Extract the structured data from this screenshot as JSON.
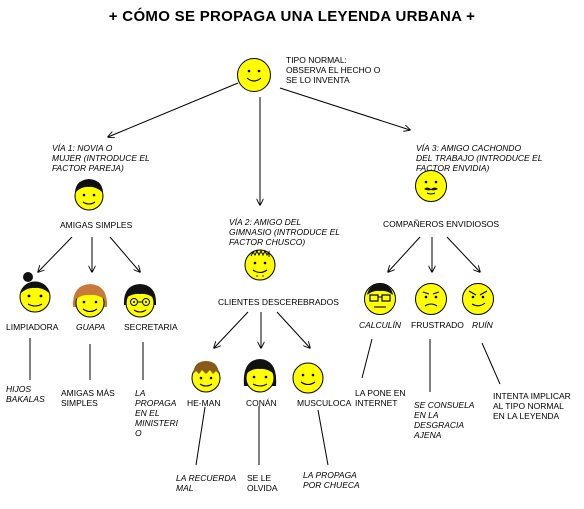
{
  "title": "+ CÓMO SE PROPAGA UNA LEYENDA URBANA +",
  "colors": {
    "face": "#ffff00",
    "hair_brown": "#8a5a1a",
    "hair_black": "#111111",
    "line": "#000000"
  },
  "root": {
    "label": "TIPO NORMAL:\nOBSERVA EL HECHO O\nSE LO INVENTA",
    "icon": "smiley-face-icon"
  },
  "paths": [
    {
      "label": "VÍA 1: NOVIA O\nMUJER (INTRODUCE EL\nFACTOR PAREJA)",
      "group": "AMIGAS SIMPLES",
      "members": [
        {
          "name": "LIMPIADORA",
          "note": "HIJOS\nBAKALAS"
        },
        {
          "name": "GUAPA",
          "note": "AMIGAS MÁS\nSIMPLES"
        },
        {
          "name": "SECRETARIA",
          "note": "LA\nPROPAGA\nEN EL\nMINISTERI\nO"
        }
      ]
    },
    {
      "label": "VÍA 2: AMIGO DEL\nGIMNASIO (INTRODUCE EL\nFACTOR CHUSCO)",
      "group": "CLIENTES DESCEREBRADOS",
      "members": [
        {
          "name": "HE-MAN",
          "note": "LA RECUERDA\nMAL"
        },
        {
          "name": "CONÁN",
          "note": "SE LE\nOLVIDA"
        },
        {
          "name": "MUSCULOCA",
          "note": "LA PROPAGA\nPOR CHUECA"
        }
      ]
    },
    {
      "label": "VÍA 3: AMIGO CACHONDO\nDEL TRABAJO (INTRODUCE EL\nFACTOR ENVIDIA)",
      "group": "COMPAÑEROS ENVIDIOSOS",
      "members": [
        {
          "name": "CALCULÍN",
          "note": "LA PONE EN\nINTERNET"
        },
        {
          "name": "FRUSTRADO",
          "note": "SE CONSUELA\nEN LA\nDESGRACIA\nAJENA"
        },
        {
          "name": "RUÍN",
          "note": "INTENTA IMPLICAR\nAL TIPO NORMAL\nEN LA LEYENDA"
        }
      ]
    }
  ]
}
